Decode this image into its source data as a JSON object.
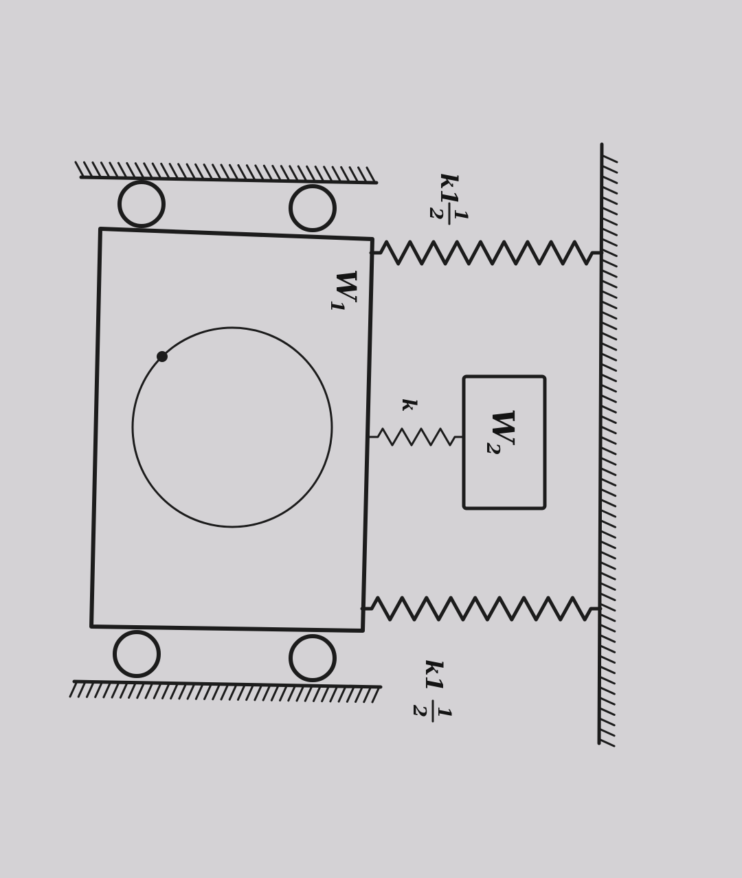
{
  "diagram": {
    "mass_1_label": "W1",
    "mass_1_subscript": "1",
    "mass_2_label": "W2",
    "mass_2_subscript": "2",
    "spring_k_label": "k",
    "spring_k1_top_label": "k1",
    "spring_k1_top_fraction_num": "1",
    "spring_k1_top_fraction_den": "2",
    "spring_k1_bottom_label": "k1",
    "spring_k1_bottom_fraction_num": "1",
    "spring_k1_bottom_fraction_den": "2"
  },
  "colors": {
    "background": "#d4d2d5",
    "ink": "#1c1c1c"
  }
}
